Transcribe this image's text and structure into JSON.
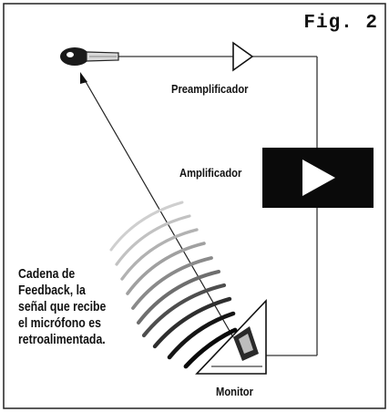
{
  "figure_label": "Fig. 2",
  "labels": {
    "preamp": "Preamplificador",
    "amp": "Amplificador",
    "monitor": "Monitor"
  },
  "caption_lines": [
    "Cadena de",
    "Feedback, la",
    "señal que recibe",
    "el micrófono es",
    "retroalimentada."
  ],
  "icons": [
    "microphone-icon",
    "preamp-triangle-icon",
    "amplifier-play-icon",
    "monitor-speaker-icon",
    "sound-waves-icon",
    "feedback-arrow-icon"
  ],
  "colors": {
    "ink": "#111111",
    "wave_fade": "#bbbbbb",
    "background": "#ffffff"
  }
}
